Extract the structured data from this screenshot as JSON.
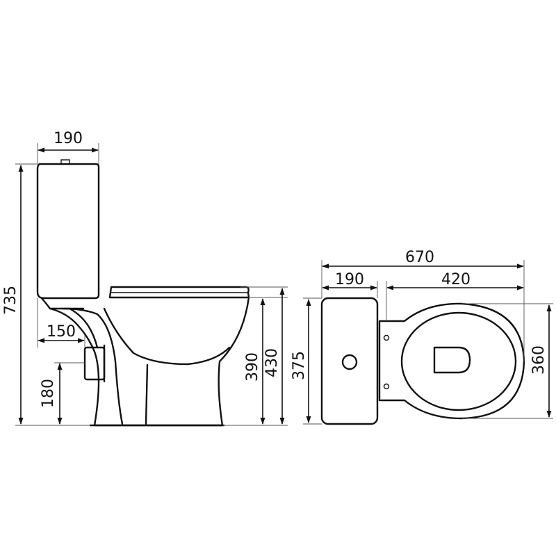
{
  "side_view": {
    "tank_width": "190",
    "total_height": "735",
    "outlet_offset": "150",
    "outlet_height": "180",
    "seat_height": "390",
    "rim_height": "430"
  },
  "top_view": {
    "overall_length": "670",
    "tank_depth": "190",
    "bowl_length": "420",
    "tank_width": "375",
    "bowl_width": "360"
  },
  "colors": {
    "line": "#111111",
    "background": "#ffffff"
  }
}
